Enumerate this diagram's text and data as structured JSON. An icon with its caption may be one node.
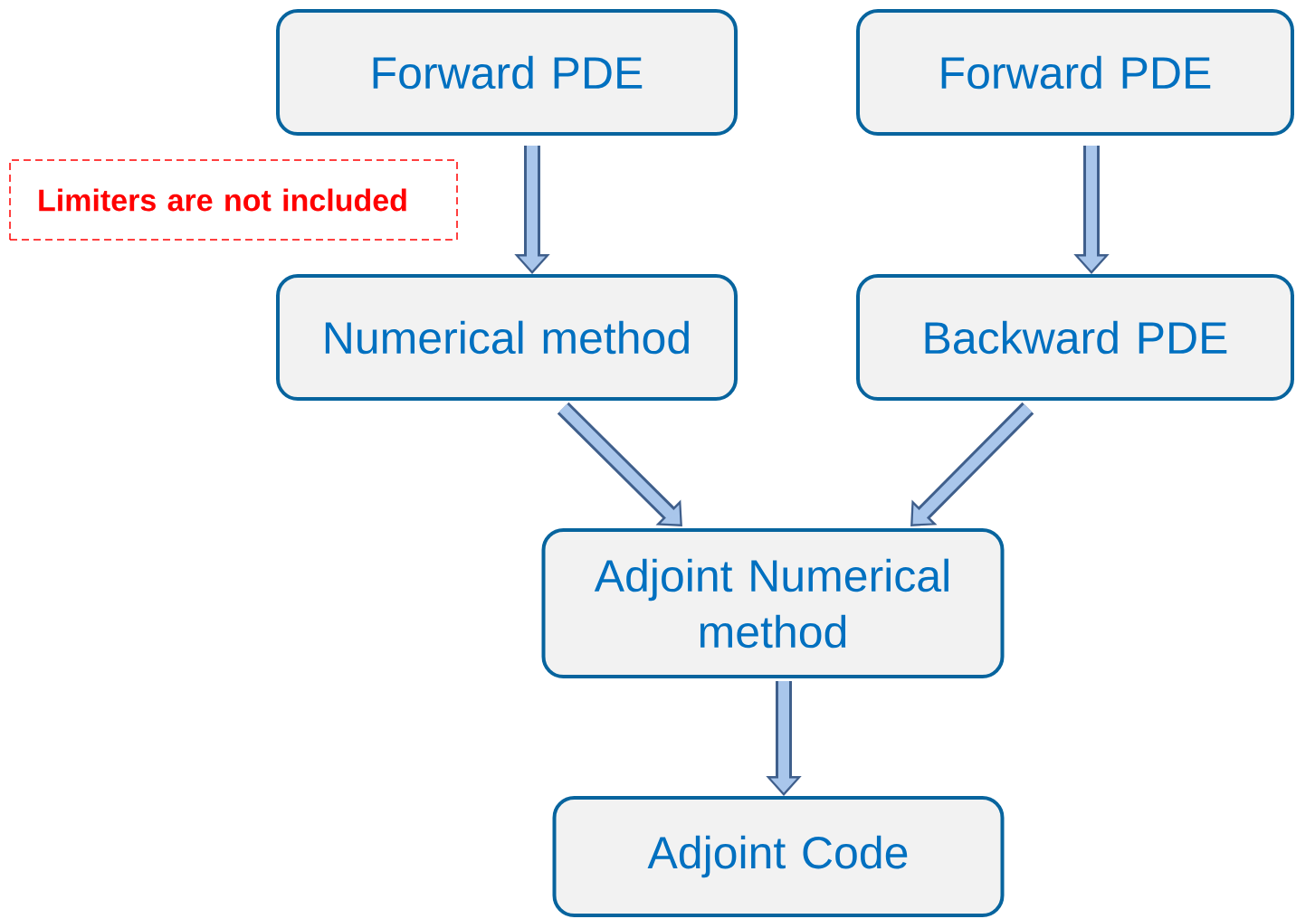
{
  "diagram": {
    "nodes": [
      {
        "text": [
          "Forward PDE"
        ]
      },
      {
        "text": [
          "Forward PDE"
        ]
      },
      {
        "text": [
          "Limiters are not included"
        ]
      },
      {
        "text": [
          "Numerical method"
        ]
      },
      {
        "text": [
          "Backward PDE"
        ]
      },
      {
        "text": [
          "Adjoint Numerical method"
        ]
      },
      {
        "text": [
          "Adjoint Code"
        ]
      }
    ],
    "edges": [
      {
        "from": 0,
        "to": 3,
        "arrow": "to"
      },
      {
        "from": 1,
        "to": 4,
        "arrow": "to"
      },
      {
        "from": 3,
        "to": 5,
        "arrow": "to"
      },
      {
        "from": 4,
        "to": 5,
        "arrow": "to"
      },
      {
        "from": 5,
        "to": 6,
        "arrow": "to"
      }
    ]
  }
}
